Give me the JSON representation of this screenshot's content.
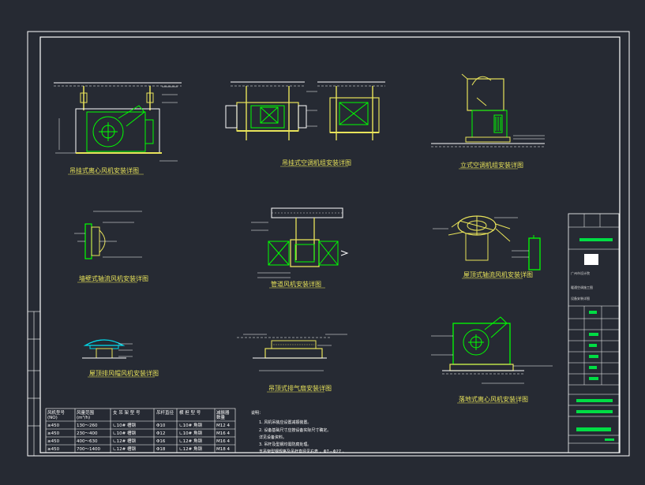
{
  "drawing_titles": {
    "suspended_centrifugal": "吊挂式离心风机安装详图",
    "suspended_ahu": "吊挂式空调机组安装详图",
    "vertical_ahu": "立式空调机组安装详图",
    "wall_axial": "墙壁式轴流风机安装详图",
    "duct_fan": "管道风机安装详图",
    "roof_axial": "屋顶式轴流风机安装详图",
    "roof_exhaust": "屋顶排风帽风机安装详图",
    "ceiling_exhaust": "吊顶式排气扇安装详图",
    "floor_centrifugal": "落地式离心风机安装详图"
  },
  "notes": {
    "heading": "说明：",
    "lines": [
      "1. 风机吊装应设置减振装置。",
      "2. 设备基础尺寸应按设备实际尺寸确定。",
      "   详见设备资料。",
      "3. 吊杆及型钢均需防腐处理。",
      "   支吊架型钢规格及吊杆直径见右表 ，Φ7－Φ27 。"
    ]
  },
  "table": {
    "headers": [
      "风机型号\n(NO)",
      "风量范围\n(m³/h)",
      "支 吊 架 型 号",
      "吊杆直径",
      "横 担 型 号",
      "减振器\n数量"
    ],
    "rows": [
      [
        "≥450",
        "130～260",
        "∟10# 槽钢",
        "Φ10",
        "∟10# 角钢",
        "M12  4"
      ],
      [
        "≥450",
        "230～400",
        "∟10# 槽钢",
        "Φ12",
        "∟10# 角钢",
        "M16  4"
      ],
      [
        "≥450",
        "400～630",
        "∟12# 槽钢",
        "Φ16",
        "∟12# 角钢",
        "M16  4"
      ],
      [
        "≥450",
        "700～1400",
        "∟12# 槽钢",
        "Φ18",
        "∟12# 角钢",
        "M18  4"
      ]
    ]
  },
  "title_block": {
    "company": "广州市设计院",
    "project": "暖通空调施工图",
    "sheet_title": "设备安装详图"
  },
  "colors": {
    "background": "#262a33",
    "border": "#ffffff",
    "equipment": "#e8e35a",
    "outline": "#00ff00",
    "annotation": "#ffffff",
    "highlight": "#00dd44"
  }
}
